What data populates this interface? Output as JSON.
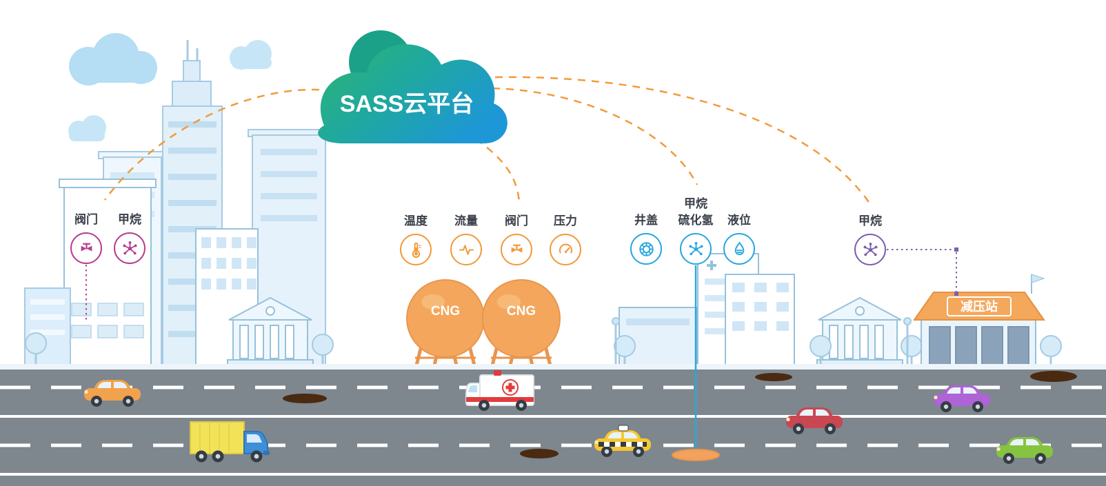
{
  "cloud": {
    "label": "SASS云平台"
  },
  "groups": {
    "city": {
      "color": "#b53e8e",
      "sensors": [
        {
          "label": "阀门",
          "icon": "valve-icon"
        },
        {
          "label": "甲烷",
          "icon": "molecule-icon"
        }
      ]
    },
    "cng": {
      "color": "#f29a3b",
      "sensors": [
        {
          "label": "温度",
          "icon": "thermometer-icon"
        },
        {
          "label": "流量",
          "icon": "flow-icon"
        },
        {
          "label": "阀门",
          "icon": "valve-icon"
        },
        {
          "label": "压力",
          "icon": "gauge-icon"
        }
      ]
    },
    "underground": {
      "color": "#2aa7de",
      "sensors": [
        {
          "label": "井盖",
          "icon": "manhole-icon"
        },
        {
          "label_top": "甲烷",
          "label_bottom": "硫化氢",
          "icon": "molecule-icon"
        },
        {
          "label": "液位",
          "icon": "liquid-level-icon"
        }
      ]
    },
    "station": {
      "color": "#7a5fae",
      "sensors": [
        {
          "label": "甲烷",
          "icon": "molecule-icon"
        }
      ]
    }
  },
  "scene": {
    "cng_labels": [
      "CNG",
      "CNG"
    ],
    "station_sign": "减压站"
  },
  "colors": {
    "cloud_green": "#2eb56f",
    "cloud_blue": "#1e97d6",
    "link_orange": "#f29a3b",
    "road_gray": "#7e868e",
    "tank_orange": "#f4a75c",
    "city_blue": "#a6cbe2"
  }
}
